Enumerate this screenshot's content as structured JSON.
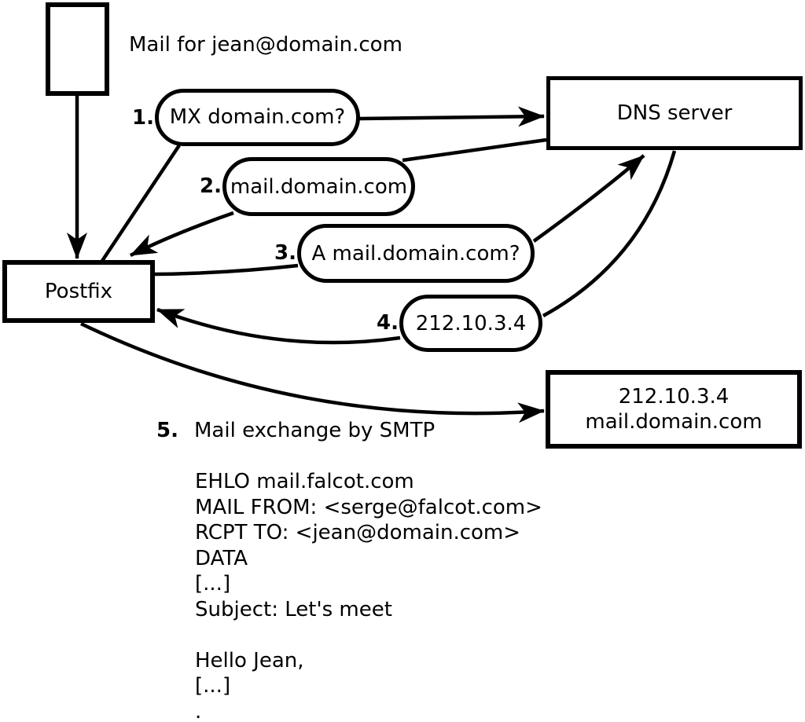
{
  "colors": {
    "ink": "#000000",
    "background": "#ffffff"
  },
  "title": "Mail for jean@domain.com",
  "nodes": {
    "postfix": "Postfix",
    "dns_server": "DNS server",
    "mail_server": {
      "line1": "212.10.3.4",
      "line2": "mail.domain.com"
    }
  },
  "steps": [
    {
      "number": "1.",
      "label": "MX domain.com?"
    },
    {
      "number": "2.",
      "label": "mail.domain.com"
    },
    {
      "number": "3.",
      "label": "A mail.domain.com?"
    },
    {
      "number": "4.",
      "label": "212.10.3.4"
    },
    {
      "number": "5.",
      "label": "Mail exchange by SMTP"
    }
  ],
  "smtp_session": {
    "lines": [
      "EHLO mail.falcot.com",
      "MAIL FROM: <serge@falcot.com>",
      "RCPT TO: <jean@domain.com>",
      "DATA",
      "[...]",
      "Subject: Let's meet",
      "",
      "Hello Jean,",
      "[...]",
      "."
    ]
  }
}
